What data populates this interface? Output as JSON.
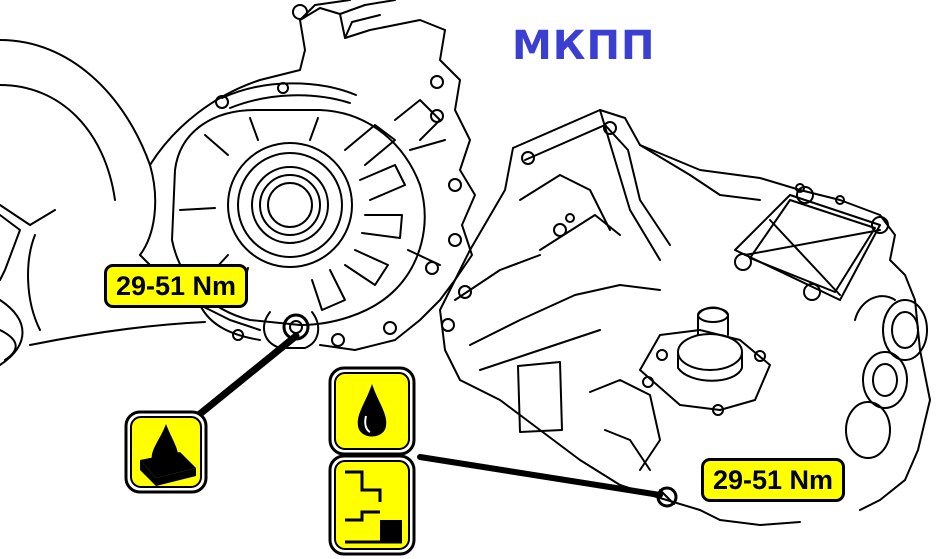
{
  "title": "МКПП",
  "torque_labels": [
    "29-51 Nm",
    "29-51 Nm"
  ],
  "colors": {
    "title": "#3a3fd1",
    "label_fill": "#ffff00",
    "icon_fill": "#ffff00",
    "line": "#000000",
    "background": "#ffffff"
  },
  "icons": [
    "fluid-drop-on-base-icon",
    "oil-drop-icon",
    "fill-level-pipe-icon"
  ]
}
